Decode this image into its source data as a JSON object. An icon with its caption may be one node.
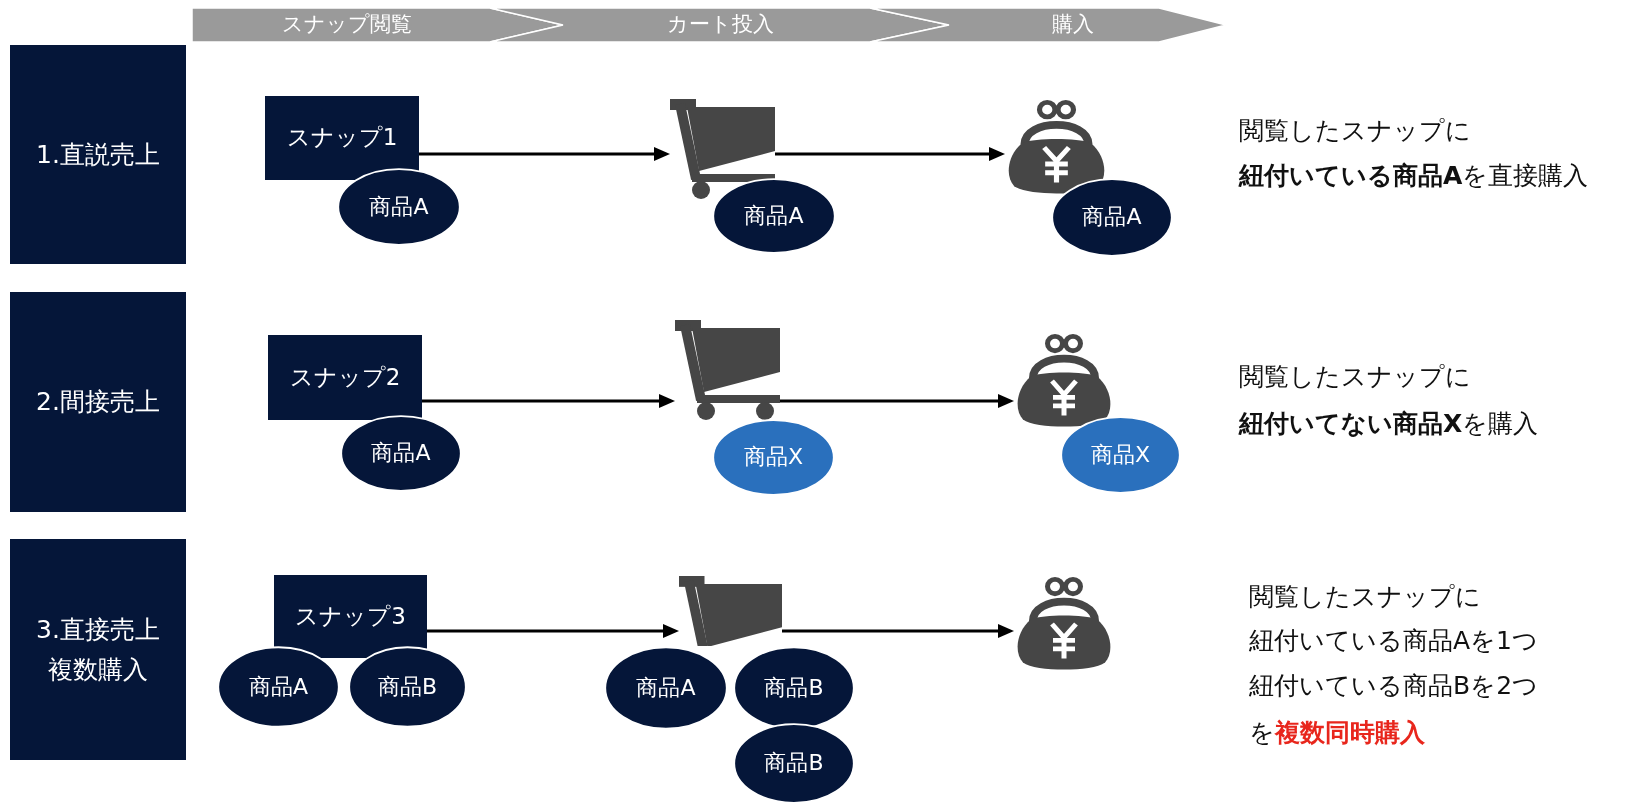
{
  "diagram": {
    "nodes": [
      {
        "text": [
          "スナップ閲覧"
        ]
      },
      {
        "text": [
          "カート投入"
        ]
      },
      {
        "text": [
          "購入"
        ]
      },
      {
        "text": [
          "1.直説売上"
        ]
      },
      {
        "text": [
          "スナップ1"
        ]
      },
      {
        "text": [
          "商品A"
        ]
      },
      {
        "text": [],
        "shape": "cart"
      },
      {
        "text": [
          "商品A"
        ]
      },
      {
        "text": [],
        "shape": "purse"
      },
      {
        "text": [
          "商品A"
        ]
      },
      {
        "text": [
          "2.間接売上"
        ]
      },
      {
        "text": [
          "スナップ2"
        ]
      },
      {
        "text": [
          "商品A"
        ]
      },
      {
        "text": [],
        "shape": "cart"
      },
      {
        "text": [
          "商品X"
        ]
      },
      {
        "text": [],
        "shape": "purse"
      },
      {
        "text": [
          "商品X"
        ]
      },
      {
        "text": [
          "3.直接売上複数購入"
        ]
      },
      {
        "text": [
          "スナップ3"
        ]
      },
      {
        "text": [
          "商品A"
        ]
      },
      {
        "text": [
          "商品B"
        ]
      },
      {
        "text": [],
        "shape": "cart"
      },
      {
        "text": [
          "商品A"
        ]
      },
      {
        "text": [
          "商品B"
        ]
      },
      {
        "text": [
          "商品B"
        ]
      },
      {
        "text": [],
        "shape": "purse"
      }
    ],
    "edges": [
      {
        "from": 4,
        "to": 6,
        "arrow": "to"
      },
      {
        "from": 6,
        "to": 8,
        "arrow": "to"
      },
      {
        "from": 11,
        "to": 13,
        "arrow": "to"
      },
      {
        "from": 13,
        "to": 15,
        "arrow": "to"
      },
      {
        "from": 18,
        "to": 21,
        "arrow": "to"
      },
      {
        "from": 21,
        "to": 25,
        "arrow": "to"
      }
    ],
    "labels": [
      "閲覧したスナップに",
      "**紐付いている商品A**を直接購入",
      "閲覧したスナップに",
      "**紐付いてない商品X**を購入",
      "閲覧したスナップに",
      "紐付いている商品Aを1つ",
      "紐付いている商品Bを2つ",
      "を**複数同時購入**"
    ]
  }
}
